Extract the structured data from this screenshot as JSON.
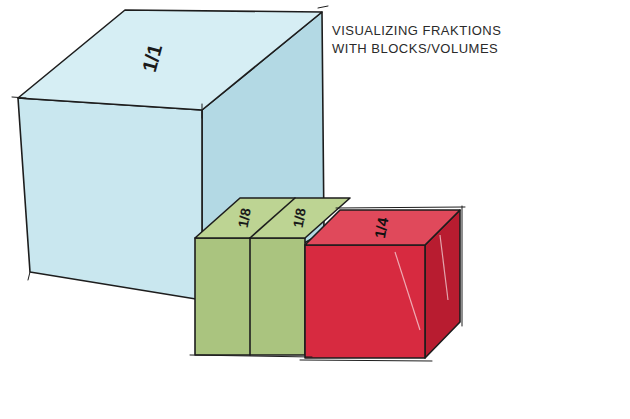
{
  "diagram": {
    "labels": [
      "1/1",
      "VISUALIZING FRAKTIONS WITH BLOCKS/VOLUMES",
      "1/8",
      "1/8",
      "1/4"
    ]
  }
}
